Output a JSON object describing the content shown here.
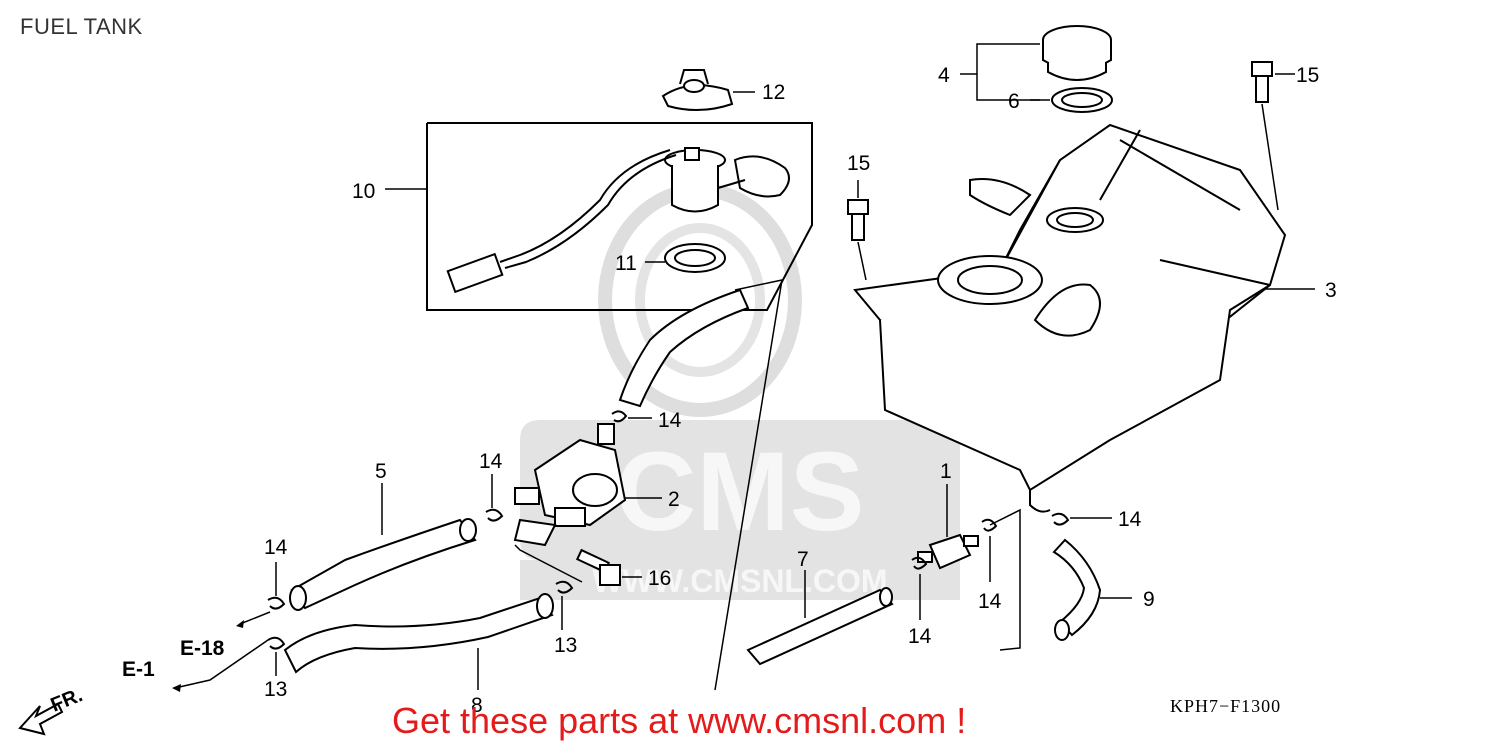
{
  "title": "FUEL TANK",
  "diagram_code": "KPH7−F1300",
  "promo": "Get these parts at www.cmsnl.com !",
  "watermark": {
    "brand": "CMS",
    "url": "WWW.CMSNL.COM",
    "color": "#d9d9d9"
  },
  "references": {
    "e18": "E-18",
    "e1": "E-1",
    "front": "FR."
  },
  "callouts": {
    "c1": "1",
    "c2": "2",
    "c3": "3",
    "c4": "4",
    "c5": "5",
    "c6": "6",
    "c7": "7",
    "c8": "8",
    "c9": "9",
    "c10": "10",
    "c11": "11",
    "c12": "12",
    "c13a": "13",
    "c13b": "13",
    "c14a": "14",
    "c14b": "14",
    "c14c": "14",
    "c14d": "14",
    "c14e": "14",
    "c14f": "14",
    "c15a": "15",
    "c15b": "15",
    "c16": "16"
  },
  "colors": {
    "line": "#000000",
    "promo": "#e31b1b",
    "title": "#333333"
  }
}
